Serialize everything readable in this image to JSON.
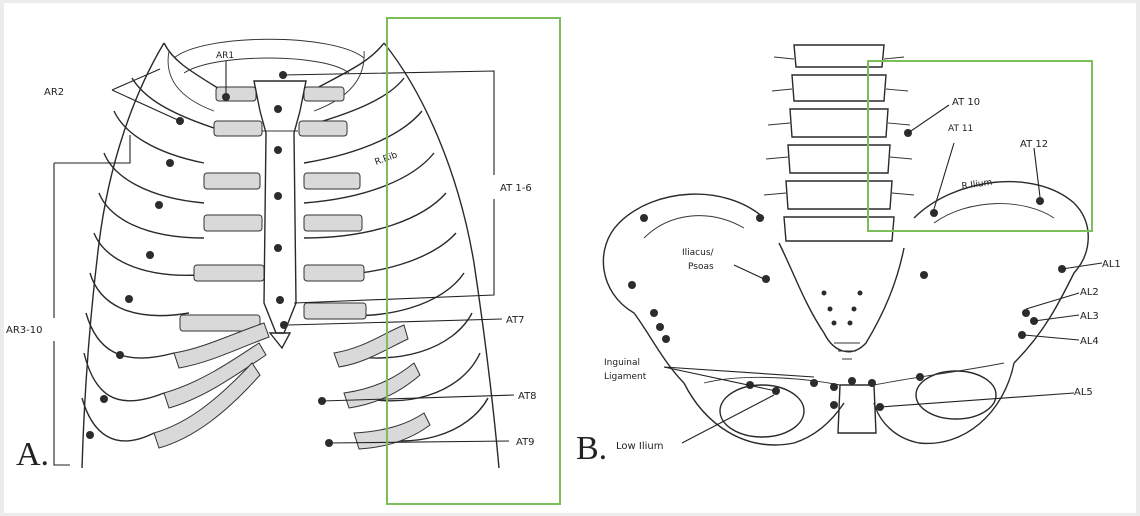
{
  "panel_a": {
    "panel_label": "A.",
    "labels": {
      "ar1": "AR1",
      "ar2": "AR2",
      "ar3_10": "AR3-10",
      "at1_6": "AT 1-6",
      "at7": "AT7",
      "at8": "AT8",
      "at9": "AT9",
      "rib_annotation": "R.Rib"
    }
  },
  "panel_b": {
    "panel_label": "B.",
    "labels": {
      "at10": "AT 10",
      "at11": "AT 11",
      "at12": "AT 12",
      "iliacus_psoas_1": "Iliacus/",
      "iliacus_psoas_2": "Psoas",
      "al1": "AL1",
      "al2": "AL2",
      "al3": "AL3",
      "al4": "AL4",
      "al5": "AL5",
      "inguinal_1": "Inguinal",
      "inguinal_2": "Ligament",
      "low_ilium": "Low Ilium",
      "crest_annotation": "R.Ilium"
    }
  },
  "colors": {
    "highlight_box": "#7cbf5a",
    "ink": "#2a2a2a",
    "cartilage": "#d9d9d9"
  }
}
